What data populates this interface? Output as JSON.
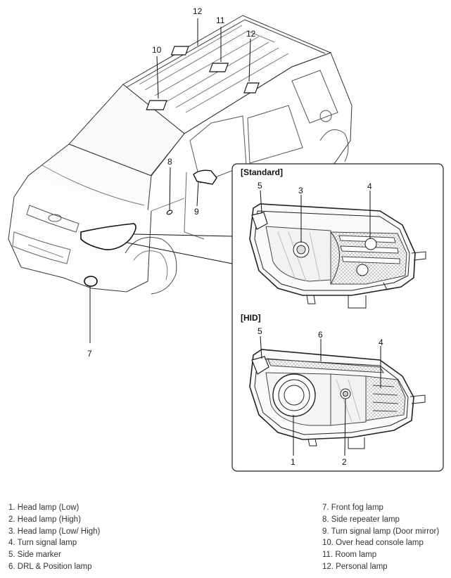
{
  "insets": {
    "standard_title": "[Standard]",
    "hid_title": "[HID]"
  },
  "callouts": {
    "roof_12a": "12",
    "roof_11": "11",
    "roof_12b": "12",
    "roof_10": "10",
    "side_8": "8",
    "mirror_9": "9",
    "fog_7": "7",
    "std_5": "5",
    "std_3": "3",
    "std_4": "4",
    "hid_5": "5",
    "hid_6": "6",
    "hid_4": "4",
    "hid_1": "1",
    "hid_2": "2"
  },
  "legend": {
    "left": [
      "1. Head lamp (Low)",
      "2. Head lamp (High)",
      "3. Head lamp (Low/ High)",
      "4. Turn signal lamp",
      "5. Side marker",
      "6. DRL & Position lamp"
    ],
    "right": [
      "7. Front fog lamp",
      "8. Side repeater lamp",
      "9. Turn signal lamp (Door mirror)",
      "10. Over head console lamp",
      "11. Room lamp",
      "12. Personal lamp"
    ]
  }
}
